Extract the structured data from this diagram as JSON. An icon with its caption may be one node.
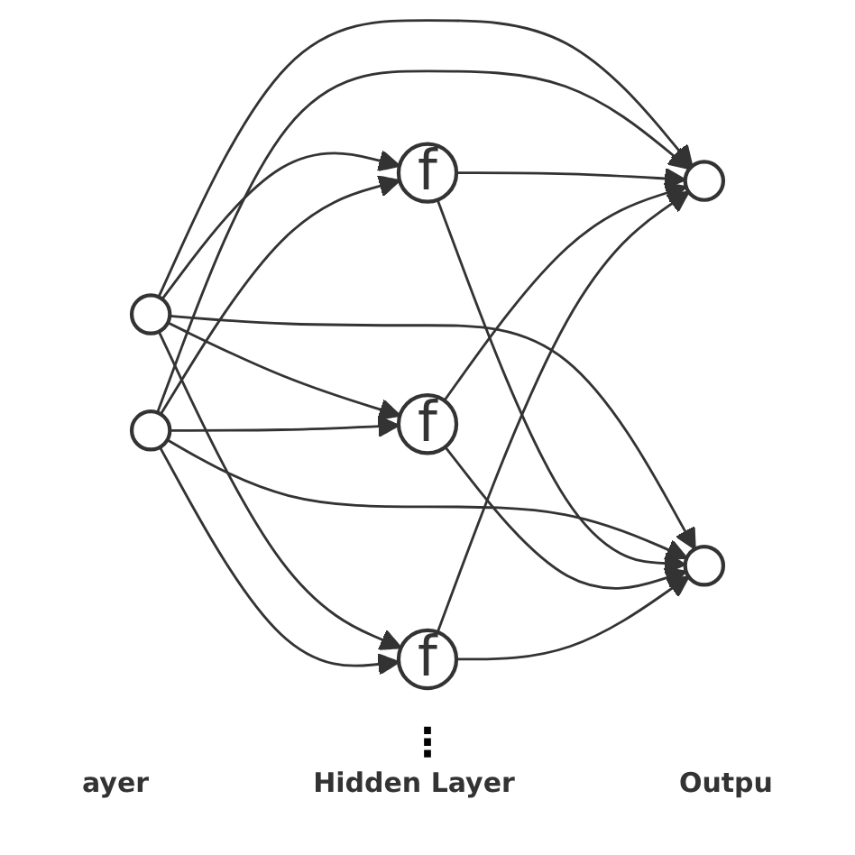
{
  "diagram": {
    "nodes": [
      {
        "text": [],
        "shape": "circle"
      },
      {
        "text": [],
        "shape": "circle"
      },
      {
        "text": [
          "f"
        ]
      },
      {
        "text": [
          "f"
        ]
      },
      {
        "text": [
          "f"
        ]
      },
      {
        "text": [],
        "shape": "circle"
      },
      {
        "text": [],
        "shape": "circle"
      }
    ],
    "edges": [
      {
        "from": 0,
        "to": 5,
        "arrow": "to"
      },
      {
        "from": 0,
        "to": 6,
        "arrow": "to"
      },
      {
        "from": 0,
        "to": 2,
        "arrow": "to"
      },
      {
        "from": 0,
        "to": 3,
        "arrow": "to"
      },
      {
        "from": 0,
        "to": 4,
        "arrow": "to"
      },
      {
        "from": 1,
        "to": 5,
        "arrow": "to"
      },
      {
        "from": 1,
        "to": 6,
        "arrow": "to"
      },
      {
        "from": 1,
        "to": 2,
        "arrow": "to"
      },
      {
        "from": 1,
        "to": 3,
        "arrow": "to"
      },
      {
        "from": 1,
        "to": 4,
        "arrow": "to"
      },
      {
        "from": 2,
        "to": 5,
        "arrow": "to"
      },
      {
        "from": 2,
        "to": 6,
        "arrow": "to"
      },
      {
        "from": 3,
        "to": 5,
        "arrow": "to"
      },
      {
        "from": 3,
        "to": 6,
        "arrow": "to"
      },
      {
        "from": 4,
        "to": 5,
        "arrow": "to"
      },
      {
        "from": 4,
        "to": 6,
        "arrow": "to"
      }
    ],
    "labels": [
      "⋮",
      "ayer",
      "Hidden Layer",
      "Outpu"
    ]
  }
}
